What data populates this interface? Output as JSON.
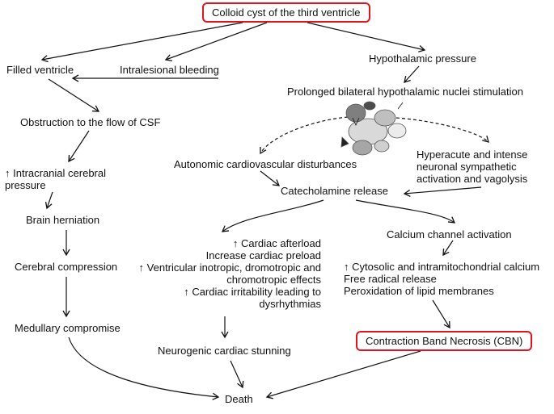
{
  "nodes": {
    "colloid": "Colloid cyst of the third ventricle",
    "filled": "Filled ventricle",
    "bleeding": "Intralesional bleeding",
    "hypo_pressure": "Hypothalamic pressure",
    "prolonged": "Prolonged bilateral hypothalamic nuclei stimulation",
    "obstruction": "Obstruction to the flow of CSF",
    "autonomic": "Autonomic cardiovascular disturbances",
    "hyperacute": [
      "Hyperacute and intense",
      "neuronal sympathetic",
      "activation and vagolysis"
    ],
    "icp": [
      "↑ Intracranial cerebral",
      "pressure"
    ],
    "catecholamine": "Catecholamine release",
    "herniation": "Brain herniation",
    "cardiac": [
      "↑ Cardiac afterload",
      "Increase cardiac preload",
      "↑ Ventricular inotropic, dromotropic and",
      "chromotropic effects",
      "↑ Cardiac irritability leading to",
      "dysrhythmias"
    ],
    "calcium_channel": "Calcium channel activation",
    "calcium": [
      "↑ Cytosolic and intramitochondrial calcium",
      "Free radical release",
      "Peroxidation of lipid membranes"
    ],
    "compression": "Cerebral compression",
    "medullary": "Medullary compromise",
    "cbn": "Contraction Band Necrosis (CBN)",
    "stunning": "Neurogenic cardiac stunning",
    "death": "Death"
  },
  "colors": {
    "highlight": "#e0141e",
    "line": "#111111"
  }
}
